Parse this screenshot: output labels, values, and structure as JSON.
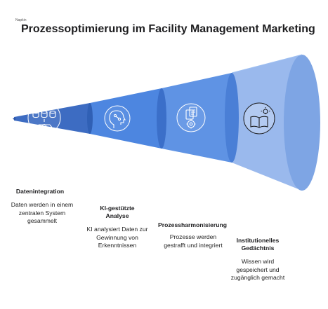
{
  "header": {
    "logo_text": "Napkin",
    "title": "Prozessoptimierung im Facility Management Marketing"
  },
  "stages": [
    {
      "title": "Datenintegration",
      "description": "Daten werden in einem zentralen System gesammelt",
      "icon": "database-stack-icon",
      "color": "#3f6fc8"
    },
    {
      "title": "KI-gestützte Analyse",
      "description": "KI analysiert Daten zur Gewinnung von Erkenntnissen",
      "icon": "ai-head-icon",
      "color": "#4d86e0"
    },
    {
      "title": "Prozessharmonisierung",
      "description": "Prozesse werden gestrafft und integriert",
      "icon": "process-gear-icon",
      "color": "#6a9de8"
    },
    {
      "title": "Institutionelles Gedächtnis",
      "description": "Wissen wird gespeichert und zugänglich gemacht",
      "icon": "book-idea-icon",
      "color": "#9fc0f2"
    }
  ]
}
